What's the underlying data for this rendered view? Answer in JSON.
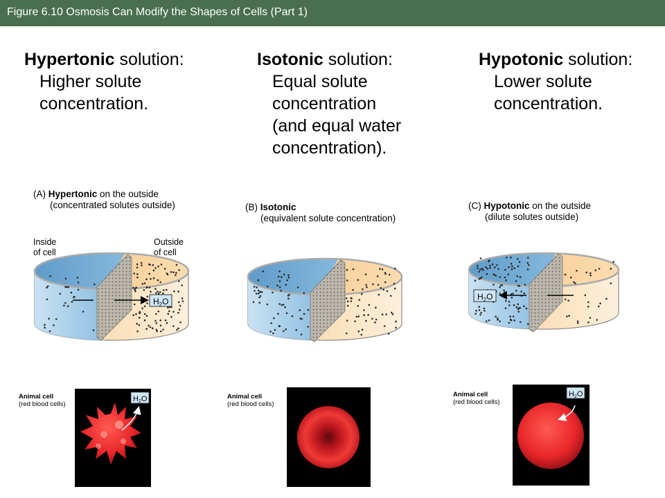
{
  "header": {
    "title": "Figure 6.10  Osmosis Can Modify the Shapes of Cells (Part 1)"
  },
  "columns": [
    {
      "head_bold": "Hypertonic",
      "head_rest": " solution:",
      "lines": [
        "Higher solute",
        "concentration."
      ]
    },
    {
      "head_bold": "Isotonic",
      "head_rest": " solution:",
      "lines": [
        "Equal solute",
        "concentration",
        "(and equal water",
        "concentration)."
      ]
    },
    {
      "head_bold": "Hypotonic",
      "head_rest": " solution:",
      "lines": [
        "Lower solute",
        "concentration."
      ]
    }
  ],
  "diagrams": {
    "a": {
      "prefix": "(A) ",
      "bold": "Hypertonic",
      "rest": " on the outside",
      "line2": "(concentrated solutes outside)",
      "inside_label": [
        "Inside",
        "of cell"
      ],
      "outside_label": [
        "Outside",
        "of cell"
      ],
      "water": "H2O"
    },
    "b": {
      "prefix": "(B) ",
      "bold": "Isotonic",
      "rest": "",
      "line2": "(equivalent solute concentration)"
    },
    "c": {
      "prefix": "(C) ",
      "bold": "Hypotonic",
      "rest": " on the outside",
      "line2": "(dilute solutes outside)",
      "water": "H2O"
    }
  },
  "cells": [
    {
      "title": "Animal cell",
      "sub": "(red blood cells)",
      "water": "H2O"
    },
    {
      "title": "Animal cell",
      "sub": "(red blood cells)"
    },
    {
      "title": "Animal cell",
      "sub": "(red blood cells)",
      "water": "H2O"
    }
  ],
  "colors": {
    "header_bg": "#4a6f4e",
    "inside_blue": "#a9cfe8",
    "outside_orange": "#fbe0b8",
    "cell_red": "#e8262a"
  }
}
